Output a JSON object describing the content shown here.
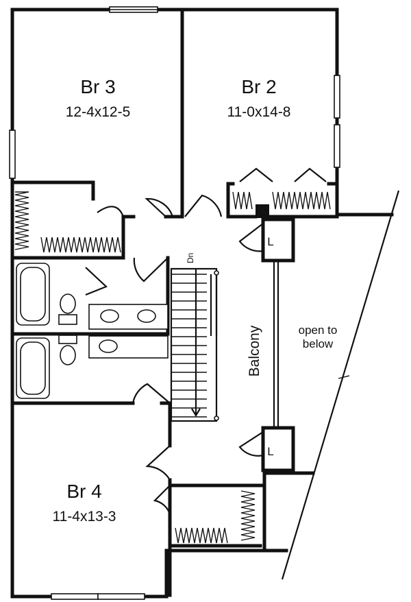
{
  "rooms": {
    "br3": {
      "name": "Br 3",
      "dims": "12-4x12-5"
    },
    "br2": {
      "name": "Br 2",
      "dims": "11-0x14-8"
    },
    "br4": {
      "name": "Br 4",
      "dims": "11-4x13-3"
    }
  },
  "labels": {
    "balcony": "Balcony",
    "open_to_below_1": "open to",
    "open_to_below_2": "below",
    "linen_top": "L",
    "linen_bottom": "L",
    "stair_dn": "Dn"
  }
}
